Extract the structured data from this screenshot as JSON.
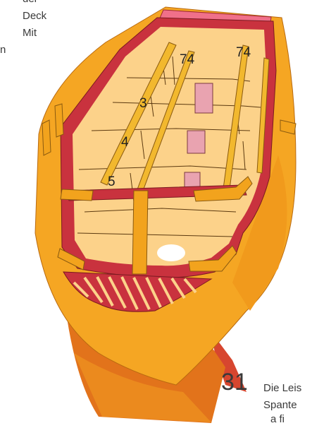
{
  "caption_top": {
    "line1": "der",
    "line2": "Deck",
    "line3": "Mit",
    "line4": "n"
  },
  "caption_bottom": {
    "step_number": "31",
    "line1": "Die Leis",
    "line2": "Spante",
    "line3": "a fi"
  },
  "labels": {
    "deck_74_left": "74",
    "deck_74_right": "74",
    "frame_3": "3",
    "frame_4": "4",
    "frame_5": "5"
  },
  "colors": {
    "hull_orange": "#f5a623",
    "hull_dark": "#e07a16",
    "interior_cream": "#fcd28a",
    "frame_red": "#c9323e",
    "rail_yellow": "#f2b82e",
    "stern_pink": "#f0708a",
    "plank_pink": "#e9a3b0"
  }
}
